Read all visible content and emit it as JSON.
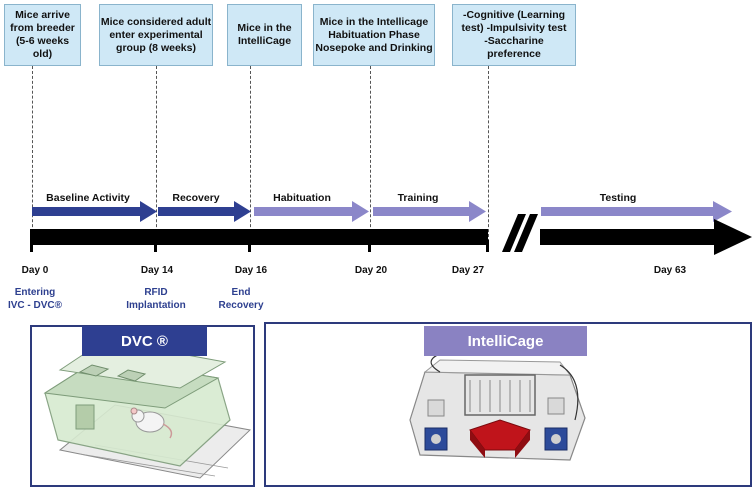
{
  "milestones": [
    {
      "text": "Mice arrive from breeder (5-6 weeks old)"
    },
    {
      "text": "Mice considered adult enter experimental group (8 weeks)"
    },
    {
      "text": "Mice in the IntelliCage"
    },
    {
      "text": "Mice in the Intellicage Habituation Phase Nosepoke and Drinking"
    },
    {
      "text": "-Cognitive (Learning test) -Impulsivity test -Saccharine preference"
    }
  ],
  "phases": [
    "Baseline Activity",
    "Recovery",
    "Habituation",
    "Training",
    "Testing"
  ],
  "days": [
    "Day 0",
    "Day 14",
    "Day 16",
    "Day 20",
    "Day 27",
    "Day 63"
  ],
  "notes": [
    {
      "line1": "Entering",
      "line2": "IVC - DVC®"
    },
    {
      "line1": "RFID",
      "line2": "Implantation"
    },
    {
      "line1": "End",
      "line2": "Recovery"
    }
  ],
  "panels": {
    "dvc_title": "DVC ®",
    "intellicage_title": "IntelliCage"
  },
  "colors": {
    "dark_arrow": "#2e3f91",
    "light_arrow": "#8b87c9",
    "dvc_header": "#2e3f91",
    "intellicage_header": "#8a82c2",
    "box_fill": "#cfe8f6"
  }
}
